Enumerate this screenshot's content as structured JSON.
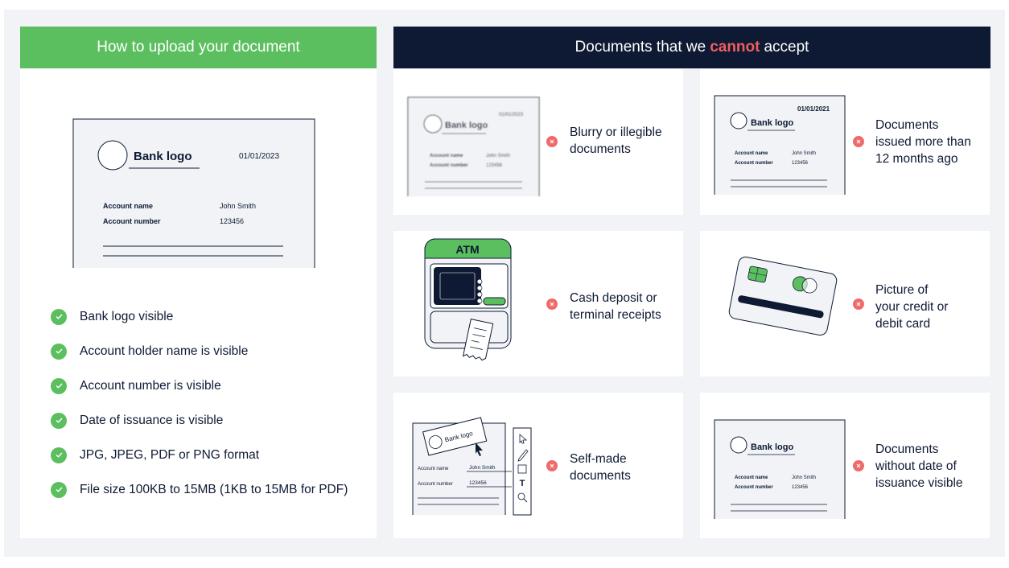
{
  "left_panel": {
    "title": "How to upload your document",
    "sample_doc": {
      "logo_text": "Bank logo",
      "date": "01/01/2023",
      "rows": [
        {
          "label": "Account name",
          "value": "John Smith"
        },
        {
          "label": "Account number",
          "value": "123456"
        }
      ]
    },
    "requirements": [
      "Bank logo visible",
      "Account holder name is visible",
      "Account number is visible",
      "Date of issuance is visible",
      "JPG, JPEG, PDF or PNG format",
      "File size 100KB to 15MB (1KB to 15MB for PDF)"
    ]
  },
  "right_panel": {
    "title_before": "Documents that we",
    "title_emphasis": "cannot",
    "title_after": "accept",
    "colors": {
      "accept": "#5cbf5f",
      "reject": "#ef6b6b",
      "header_dark": "#0e1a33"
    },
    "items": [
      {
        "lines": [
          "Blurry or illegible",
          "documents"
        ],
        "icon": "blurry-document-illustration",
        "doc": {
          "logo_text": "Bank logo",
          "date": "01/01/2023",
          "name_label": "Account name",
          "name_value": "John Smith",
          "number_label": "Account number",
          "number_value": "123456"
        }
      },
      {
        "lines": [
          "Documents",
          "issued more than",
          "12 months ago"
        ],
        "icon": "old-document-illustration",
        "doc": {
          "logo_text": "Bank logo",
          "date": "01/01/2021",
          "name_label": "Account name",
          "name_value": "John Smith",
          "number_label": "Account number",
          "number_value": "123456"
        }
      },
      {
        "lines": [
          "Cash deposit or",
          "terminal receipts"
        ],
        "icon": "atm-illustration",
        "atm_label": "ATM"
      },
      {
        "lines": [
          "Picture of",
          "your credit or",
          "debit card"
        ],
        "icon": "credit-card-illustration"
      },
      {
        "lines": [
          "Self-made",
          "documents"
        ],
        "icon": "self-made-document-illustration",
        "doc": {
          "logo_text": "Bank logo",
          "name_label": "Account name",
          "name_value": "John Smith",
          "number_label": "Account number",
          "number_value": "123456"
        }
      },
      {
        "lines": [
          "Documents",
          "without date of",
          "issuance visible"
        ],
        "icon": "undated-document-illustration",
        "doc": {
          "logo_text": "Bank logo",
          "name_label": "Account name",
          "name_value": "John Smith",
          "number_label": "Account number",
          "number_value": "123456"
        }
      }
    ]
  }
}
